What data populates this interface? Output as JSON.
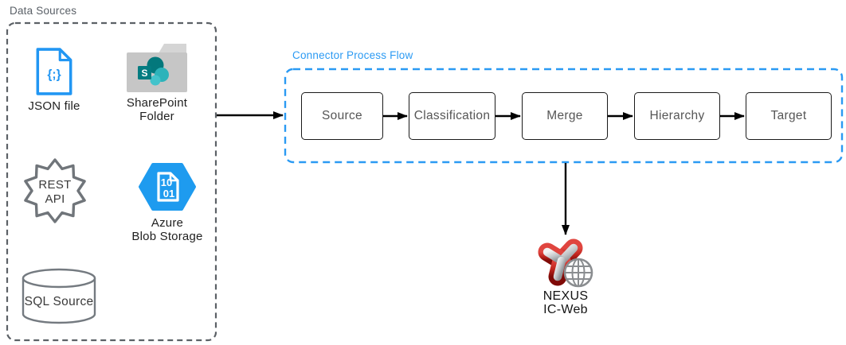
{
  "diagram": {
    "data_sources": {
      "title": "Data Sources",
      "json_file": {
        "label": "JSON file",
        "glyph": "{;}"
      },
      "sharepoint": {
        "label_line1": "SharePoint",
        "label_line2": "Folder",
        "logo_letter": "S"
      },
      "rest_api": {
        "label_line1": "REST",
        "label_line2": "API"
      },
      "azure_blob": {
        "label_line1": "Azure",
        "label_line2": "Blob Storage",
        "doc_line1": "10",
        "doc_line2": "01"
      },
      "sql_source": {
        "label": "SQL Source"
      }
    },
    "process_flow": {
      "title": "Connector Process Flow",
      "steps": [
        {
          "label": "Source"
        },
        {
          "label": "Classification"
        },
        {
          "label": "Merge"
        },
        {
          "label": "Hierarchy"
        },
        {
          "label": "Target"
        }
      ]
    },
    "target_system": {
      "name_line1": "NEXUS",
      "name_line2": "IC-Web"
    },
    "colors": {
      "accent_blue": "#2b9af3",
      "azure_blue": "#1e9bef",
      "border_gray": "#5c6166",
      "step_text": "#565656",
      "sharepoint_teal": "#03787c",
      "folder_gray": "#c6c6c6",
      "nexus_red": "#b71c1c",
      "arrow_black": "#000000"
    }
  }
}
